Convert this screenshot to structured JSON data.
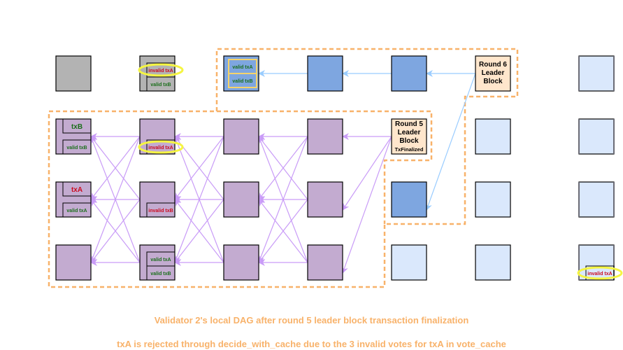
{
  "colors": {
    "gray_block": "#b3b3b3",
    "purple_block": "#c3abd0",
    "blue_block": "#7ea6e0",
    "light_blue_block": "#dae8fc",
    "leader_block": "#ffe6cc",
    "valid_text": "#1a6e1a",
    "invalid_text": "#cc0a1e",
    "dashed_border": "#f8b26a",
    "purple_arrow": "#c99cf7",
    "blue_arrow": "#99ccff",
    "highlight_ellipse": "#f5f542"
  },
  "blocks": [
    {
      "id": "r1v1",
      "col": 0,
      "row": 0,
      "kind": "gray",
      "labels": []
    },
    {
      "id": "r2v1",
      "col": 1,
      "row": 0,
      "kind": "gray",
      "labels": [
        {
          "text": "invalid txA",
          "status": "invalid",
          "highlight": true
        },
        {
          "text": "valid txB",
          "status": "valid"
        }
      ]
    },
    {
      "id": "r3v1",
      "col": 2,
      "row": 0,
      "kind": "blue",
      "labels": [
        {
          "text": "valid txA",
          "status": "valid",
          "boxed": true
        },
        {
          "text": "valid txB",
          "status": "valid",
          "boxed": true
        }
      ]
    },
    {
      "id": "r4v1",
      "col": 3,
      "row": 0,
      "kind": "blue",
      "labels": []
    },
    {
      "id": "r5v1",
      "col": 4,
      "row": 0,
      "kind": "blue",
      "labels": []
    },
    {
      "id": "r6v1",
      "col": 5,
      "row": 0,
      "kind": "leader",
      "title": [
        "Round 6",
        "Leader",
        "Block"
      ]
    },
    {
      "id": "r7v1",
      "col": 6,
      "row": 0,
      "kind": "lightblue_gray",
      "labels": []
    },
    {
      "id": "r1v2",
      "col": 0,
      "row": 1,
      "kind": "purple",
      "header": {
        "text": "txB",
        "status": "valid"
      },
      "labels": [
        {
          "text": "valid txB",
          "status": "valid"
        }
      ]
    },
    {
      "id": "r2v2",
      "col": 1,
      "row": 1,
      "kind": "purple",
      "labels": [
        {
          "text": "invalid txA",
          "status": "invalid",
          "highlight": true
        }
      ]
    },
    {
      "id": "r3v2",
      "col": 2,
      "row": 1,
      "kind": "purple",
      "labels": []
    },
    {
      "id": "r4v2",
      "col": 3,
      "row": 1,
      "kind": "purple",
      "labels": []
    },
    {
      "id": "r5v2",
      "col": 4,
      "row": 1,
      "kind": "leader",
      "title": [
        "Round 5",
        "Leader",
        "Block"
      ],
      "subtitle": "TxFinalized"
    },
    {
      "id": "r6v2",
      "col": 5,
      "row": 1,
      "kind": "lightblue",
      "labels": []
    },
    {
      "id": "r7v2",
      "col": 6,
      "row": 1,
      "kind": "lightblue_gray",
      "labels": []
    },
    {
      "id": "r1v3",
      "col": 0,
      "row": 2,
      "kind": "purple",
      "header": {
        "text": "txA",
        "status": "invalid"
      },
      "labels": [
        {
          "text": "valid txA",
          "status": "valid"
        }
      ]
    },
    {
      "id": "r2v3",
      "col": 1,
      "row": 2,
      "kind": "purple",
      "labels": [
        {
          "text": "invalid txB",
          "status": "invalid"
        }
      ]
    },
    {
      "id": "r3v3",
      "col": 2,
      "row": 2,
      "kind": "purple",
      "labels": []
    },
    {
      "id": "r4v3",
      "col": 3,
      "row": 2,
      "kind": "purple",
      "labels": []
    },
    {
      "id": "r5v3",
      "col": 4,
      "row": 2,
      "kind": "blue",
      "labels": []
    },
    {
      "id": "r6v3",
      "col": 5,
      "row": 2,
      "kind": "lightblue",
      "labels": []
    },
    {
      "id": "r7v3",
      "col": 6,
      "row": 2,
      "kind": "lightblue_gray",
      "labels": []
    },
    {
      "id": "r1v4",
      "col": 0,
      "row": 3,
      "kind": "purple",
      "labels": []
    },
    {
      "id": "r2v4",
      "col": 1,
      "row": 3,
      "kind": "purple",
      "labels": [
        {
          "text": "valid txA",
          "status": "valid"
        },
        {
          "text": "valid txB",
          "status": "valid"
        }
      ]
    },
    {
      "id": "r3v4",
      "col": 2,
      "row": 3,
      "kind": "purple",
      "labels": []
    },
    {
      "id": "r4v4",
      "col": 3,
      "row": 3,
      "kind": "purple",
      "labels": []
    },
    {
      "id": "r5v4",
      "col": 4,
      "row": 3,
      "kind": "lightblue",
      "labels": []
    },
    {
      "id": "r6v4",
      "col": 5,
      "row": 3,
      "kind": "lightblue",
      "labels": []
    },
    {
      "id": "r7v4",
      "col": 6,
      "row": 3,
      "kind": "lightblue_gray",
      "labels": [
        {
          "text": "invalid txA",
          "status": "invalid",
          "highlight": true
        }
      ]
    }
  ],
  "edges": {
    "purple_full_mesh_columns": [
      [
        1,
        0
      ],
      [
        2,
        1
      ],
      [
        3,
        2
      ]
    ],
    "purple_from_leader5_to": [
      "r4v2",
      "r4v3",
      "r4v4"
    ],
    "blue": [
      [
        "r6v1",
        "r5v1"
      ],
      [
        "r5v1",
        "r4v1"
      ],
      [
        "r4v1",
        "r3v1"
      ],
      [
        "r6v1",
        "r5v3"
      ]
    ]
  },
  "captions": {
    "title": "Validator 2's local DAG after round 5 leader block transaction finalization",
    "subtitle": "txA is rejected through decide_with_cache due to the 3 invalid votes for txA in vote_cache"
  }
}
